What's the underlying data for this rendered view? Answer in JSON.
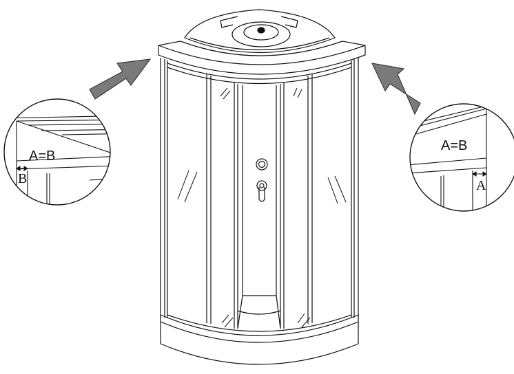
{
  "left_detail": {
    "equation": "A=B",
    "dimension_label": "B"
  },
  "right_detail": {
    "equation": "A=B",
    "dimension_label": "A"
  },
  "colors": {
    "line": "#111111",
    "arrow_fill": "#7a7a7a",
    "arrow_stroke": "#3a3a3a",
    "background": "#ffffff"
  }
}
